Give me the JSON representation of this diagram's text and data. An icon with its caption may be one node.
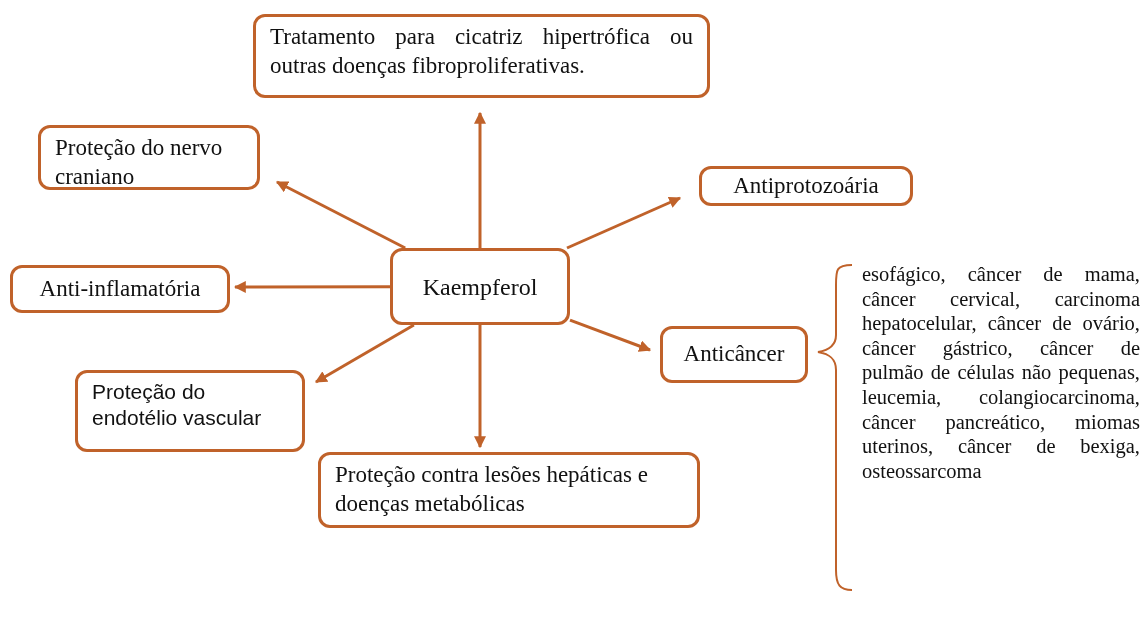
{
  "diagram": {
    "nodes": [
      {
        "text": [
          "Kaempferol"
        ]
      },
      {
        "text": [
          "Tratamento para cicatriz hipertrófica ou outras doenças fibroproliferativas."
        ]
      },
      {
        "text": [
          "Proteção do nervo craniano"
        ]
      },
      {
        "text": [
          "Antiprotozoária"
        ]
      },
      {
        "text": [
          "Anti-inflamatória"
        ]
      },
      {
        "text": [
          "Anticâncer"
        ]
      },
      {
        "text": [
          "Proteção do endotélio vascular"
        ]
      },
      {
        "text": [
          "Proteção contra lesões hepáticas e doenças metabólicas"
        ]
      }
    ],
    "edges": [
      {
        "from": 0,
        "to": 1,
        "arrow": "to"
      },
      {
        "from": 0,
        "to": 2,
        "arrow": "to"
      },
      {
        "from": 0,
        "to": 3,
        "arrow": "to"
      },
      {
        "from": 0,
        "to": 4,
        "arrow": "to"
      },
      {
        "from": 0,
        "to": 5,
        "arrow": "to"
      },
      {
        "from": 0,
        "to": 6,
        "arrow": "to"
      },
      {
        "from": 0,
        "to": 7,
        "arrow": "to"
      }
    ],
    "labels": [
      "esofágico, câncer de mama, câncer cervical, carcinoma hepatocelular, câncer de ovário, câncer gástrico, câncer de pulmão de células não pequenas, leucemia, colangiocarcinoma, câncer pancreático, miomas uterinos, câncer de bexiga, osteossarcoma"
    ]
  }
}
